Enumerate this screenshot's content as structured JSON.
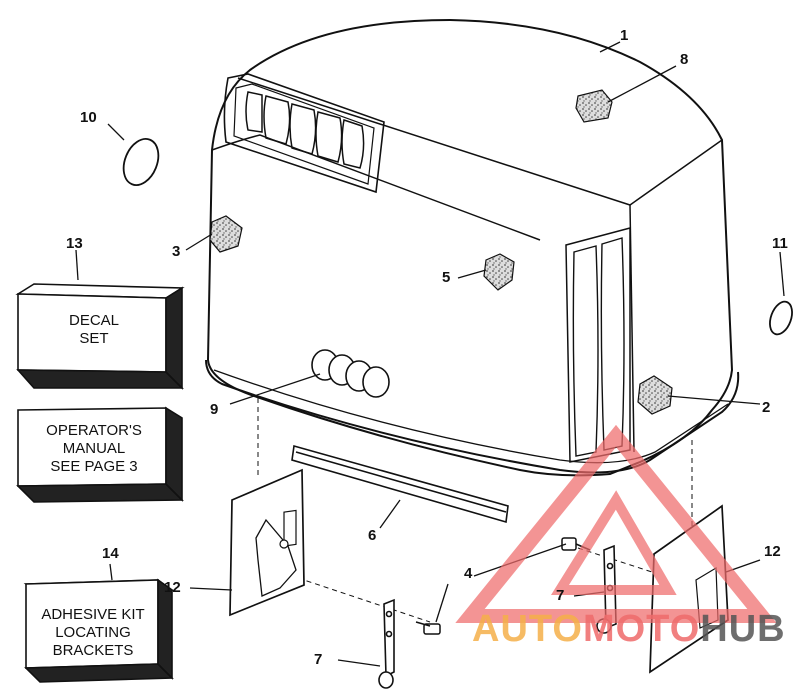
{
  "callouts": {
    "c1": "1",
    "c2": "2",
    "c3": "3",
    "c4": "4",
    "c5": "5",
    "c6": "6",
    "c7a": "7",
    "c7b": "7",
    "c8": "8",
    "c9": "9",
    "c10": "10",
    "c11": "11",
    "c12a": "12",
    "c12b": "12",
    "c13": "13",
    "c14": "14"
  },
  "boxes": {
    "decal_line1": "DECAL",
    "decal_line2": "SET",
    "manual_line1": "OPERATOR'S",
    "manual_line2": "MANUAL",
    "manual_line3": "SEE PAGE 3",
    "kit_line1": "ADHESIVE KIT",
    "kit_line2": "LOCATING",
    "kit_line3": "BRACKETS"
  },
  "watermark": {
    "part1": "AUTO",
    "part2": "MOTO",
    "part3": "HUB",
    "color_part1": "#f5b04a",
    "color_part2": "#ef6b6b",
    "color_part3": "#555555"
  }
}
